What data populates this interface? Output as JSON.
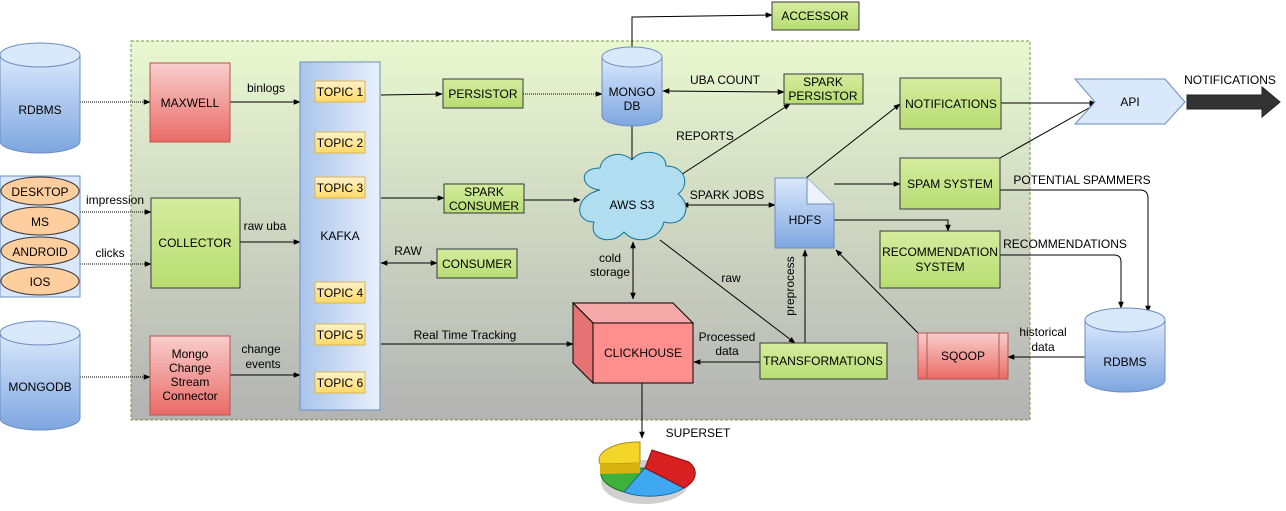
{
  "sources": {
    "rdbms_left": "RDBMS",
    "clients": [
      "DESKTOP",
      "MS",
      "ANDROID",
      "IOS"
    ],
    "mongodb": "MONGODB"
  },
  "ingest": {
    "maxwell": "MAXWELL",
    "collector": "COLLECTOR",
    "mongo_connector": [
      "Mongo",
      "Change",
      "Stream",
      "Connector"
    ]
  },
  "kafka": {
    "label": "KAFKA",
    "topics": [
      "TOPIC 1",
      "TOPIC 2",
      "TOPIC 3",
      "TOPIC 4",
      "TOPIC 5",
      "TOPIC 6"
    ]
  },
  "nodes": {
    "persistor": "PERSISTOR",
    "spark_consumer": [
      "SPARK",
      "CONSUMER"
    ],
    "consumer": "CONSUMER",
    "mongo_db": [
      "MONGO",
      "DB"
    ],
    "accessor": "ACCESSOR",
    "spark_persistor": [
      "SPARK",
      "PERSISTOR"
    ],
    "aws_s3": "AWS S3",
    "hdfs": "HDFS",
    "notifications": "NOTIFICATIONS",
    "spam_system": "SPAM SYSTEM",
    "recommendation_system": [
      "RECOMMENDATION",
      "SYSTEM"
    ],
    "clickhouse": "CLICKHOUSE",
    "transformations": "TRANSFORMATIONS",
    "sqoop": "SQOOP",
    "rdbms_right": "RDBMS",
    "api": "API"
  },
  "edge_labels": {
    "binlogs": "binlogs",
    "impression": "impression",
    "clicks": "clicks",
    "raw_uba": "raw uba",
    "change_events": [
      "change",
      "events"
    ],
    "raw": "RAW",
    "uba_count": "UBA COUNT",
    "reports": "REPORTS",
    "spark_jobs": "SPARK JOBS",
    "cold_storage": [
      "cold",
      "storage"
    ],
    "raw_lower": "raw",
    "preprocess": "preprocess",
    "real_time_tracking": "Real Time Tracking",
    "processed_data": [
      "Processed",
      "data"
    ],
    "historical_data": [
      "historical",
      "data"
    ],
    "potential_spammers": "POTENTIAL SPAMMERS",
    "recommendations": "RECOMMENDATIONS",
    "notifications_out": "NOTIFICATIONS",
    "superset": "SUPERSET"
  },
  "colors": {
    "process_green": "#d5ec9e",
    "db_blue": "#a9c4eb",
    "red_box": "#f19c99",
    "topic_yellow": "#ffd966",
    "client_orange": "#ffce9f",
    "cloud": "#b1ddf0",
    "clickhouse": "#ff8f8f",
    "api_blue": "#dae8fc"
  }
}
